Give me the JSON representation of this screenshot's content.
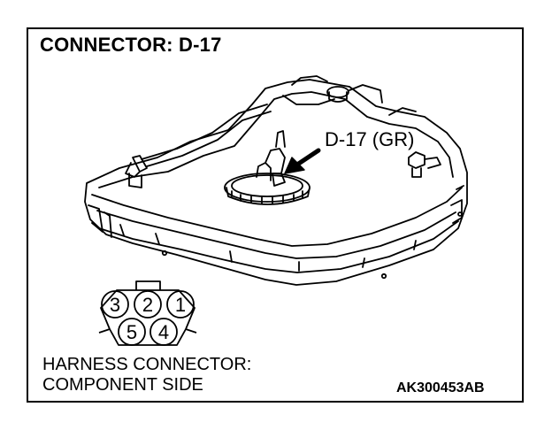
{
  "title": "CONNECTOR: D-17",
  "callout_label": "D-17 (GR)",
  "harness_caption": {
    "line1": "HARNESS CONNECTOR:",
    "line2": "COMPONENT SIDE"
  },
  "reference_code": "AK300453AB",
  "connector_pins": {
    "top_row": [
      "3",
      "2",
      "1"
    ],
    "bottom_row": [
      "5",
      "4"
    ]
  },
  "colors": {
    "line": "#000000",
    "background": "#ffffff"
  },
  "icons": {
    "component": "fuel-tank-drawing",
    "pointer": "arrow-icon",
    "connector_face": "connector-face-icon"
  }
}
